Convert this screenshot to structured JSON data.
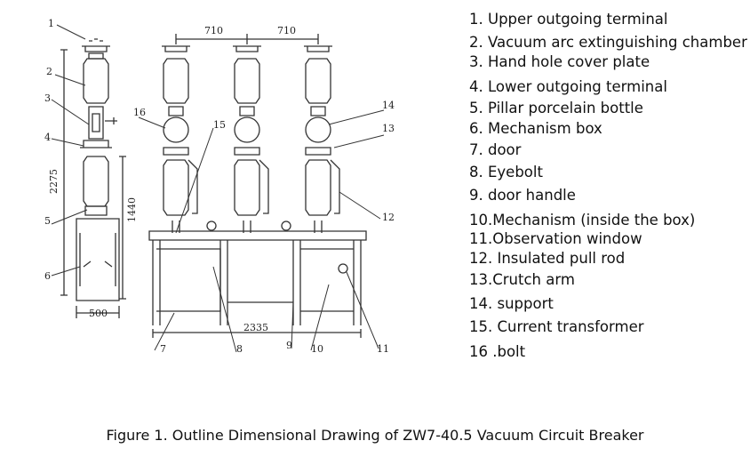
{
  "legend": [
    "1. Upper outgoing terminal",
    "2. Vacuum arc extinguishing chamber",
    "3. Hand hole cover plate",
    "4. Lower outgoing terminal",
    "5. Pillar porcelain bottle",
    "6. Mechanism box",
    "7. door",
    "8. Eyebolt",
    "9. door handle",
    "10.Mechanism (inside the box)",
    "11.Observation window",
    "12. Insulated pull rod",
    "13.Crutch arm",
    "14. support",
    "15. Current transformer",
    "16 .bolt"
  ],
  "drawing": {
    "dimensions": {
      "spacing_left": "710",
      "spacing_right": "710",
      "height_total": "2275",
      "height_mid": "1440",
      "width_box": "500",
      "width_frame": "2335"
    },
    "callouts": [
      "1",
      "2",
      "3",
      "4",
      "5",
      "6",
      "7",
      "8",
      "9",
      "10",
      "11",
      "12",
      "13",
      "14",
      "15",
      "16"
    ]
  },
  "caption": "Figure 1. Outline Dimensional Drawing of ZW7-40.5 Vacuum Circuit Breaker"
}
